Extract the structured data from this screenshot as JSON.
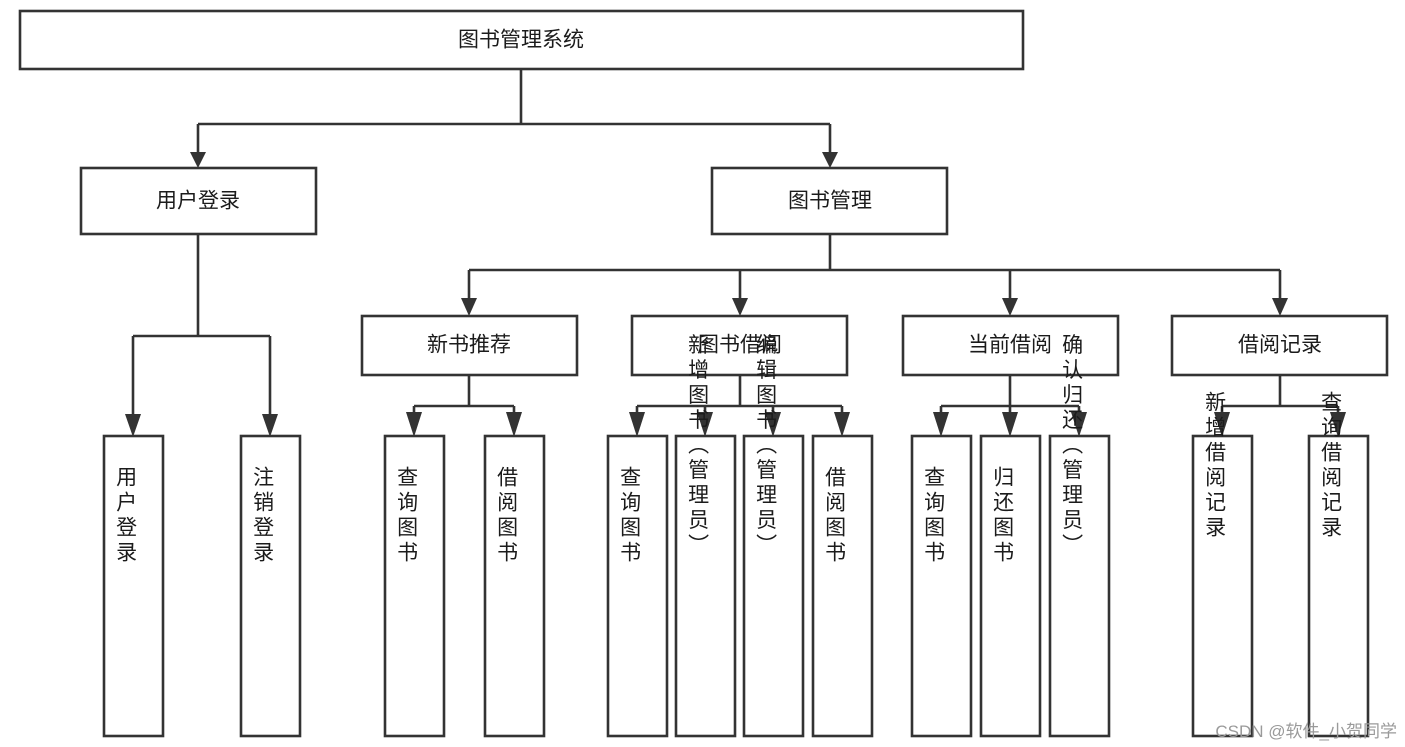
{
  "diagram": {
    "title_text": "图书管理系统",
    "type": "hierarchy-tree",
    "colors": {
      "box_stroke": "#333333",
      "box_fill": "#ffffff",
      "text": "#1b1b1b",
      "background": "#ffffff",
      "watermark": "#9a9a9a"
    },
    "levels": {
      "level0": [
        {
          "id": "root",
          "label": "图书管理系统",
          "orientation": "horizontal"
        }
      ],
      "level1": [
        {
          "id": "user-login",
          "label": "用户登录",
          "orientation": "horizontal"
        },
        {
          "id": "book-mgmt",
          "label": "图书管理",
          "orientation": "horizontal"
        }
      ],
      "level2": [
        {
          "id": "new-book-rec",
          "label": "新书推荐",
          "orientation": "horizontal"
        },
        {
          "id": "book-borrow",
          "label": "图书借阅",
          "orientation": "horizontal"
        },
        {
          "id": "current-borrow",
          "label": "当前借阅",
          "orientation": "horizontal"
        },
        {
          "id": "borrow-record",
          "label": "借阅记录",
          "orientation": "horizontal"
        }
      ],
      "level3": [
        {
          "id": "leaf-user-login",
          "label": "用户登录",
          "parent": "user-login",
          "orientation": "vertical"
        },
        {
          "id": "leaf-logout",
          "label": "注销登录",
          "parent": "user-login",
          "orientation": "vertical"
        },
        {
          "id": "leaf-query-book-1",
          "label": "查询图书",
          "parent": "new-book-rec",
          "orientation": "vertical"
        },
        {
          "id": "leaf-borrow-book-1",
          "label": "借阅图书",
          "parent": "new-book-rec",
          "orientation": "vertical"
        },
        {
          "id": "leaf-query-book-2",
          "label": "查询图书",
          "parent": "book-borrow",
          "orientation": "vertical"
        },
        {
          "id": "leaf-add-book",
          "label": "新增图书（管理员）",
          "parent": "book-borrow",
          "orientation": "vertical"
        },
        {
          "id": "leaf-edit-book",
          "label": "编辑图书（管理员）",
          "parent": "book-borrow",
          "orientation": "vertical"
        },
        {
          "id": "leaf-borrow-book-2",
          "label": "借阅图书",
          "parent": "book-borrow",
          "orientation": "vertical"
        },
        {
          "id": "leaf-query-book-3",
          "label": "查询图书",
          "parent": "current-borrow",
          "orientation": "vertical"
        },
        {
          "id": "leaf-return-book",
          "label": "归还图书",
          "parent": "current-borrow",
          "orientation": "vertical"
        },
        {
          "id": "leaf-confirm-return",
          "label": "确认归还（管理员）",
          "parent": "current-borrow",
          "orientation": "vertical"
        },
        {
          "id": "leaf-add-record",
          "label": "新增借阅记录",
          "parent": "borrow-record",
          "orientation": "vertical"
        },
        {
          "id": "leaf-query-record",
          "label": "查询借阅记录",
          "parent": "borrow-record",
          "orientation": "vertical"
        }
      ]
    },
    "watermark": "CSDN @软件_小贺同学"
  }
}
